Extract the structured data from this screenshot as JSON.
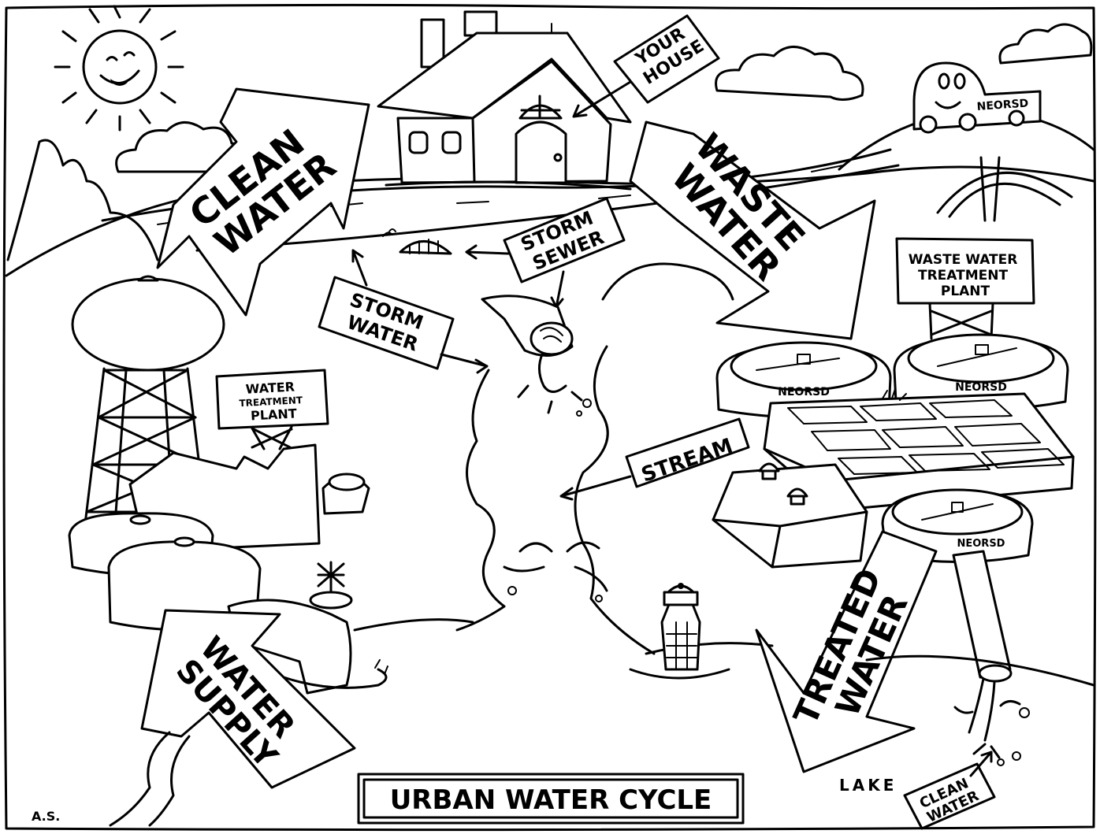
{
  "title": "URBAN WATER CYCLE",
  "labels": {
    "your_house": [
      "YOUR",
      "HOUSE"
    ],
    "clean_water_arrow": [
      "CLEAN",
      "WATER"
    ],
    "waste_water_arrow": [
      "WASTE",
      "WATER"
    ],
    "storm_sewer": [
      "STORM",
      "SEWER"
    ],
    "storm_water": [
      "STORM",
      "WATER"
    ],
    "waste_water_treatment_plant": [
      "WASTE WATER",
      "TREATMENT",
      "PLANT"
    ],
    "water_treatment_plant": [
      "WATER",
      "TREATMENT",
      "PLANT"
    ],
    "stream": "STREAM",
    "treated_water": [
      "TREATED",
      "WATER"
    ],
    "water_supply": [
      "WATER",
      "SUPPLY"
    ],
    "lake": "LAKE",
    "clean_water_tag": [
      "CLEAN",
      "WATER"
    ],
    "neorsd": "NEORSD",
    "signature": "A.S."
  }
}
